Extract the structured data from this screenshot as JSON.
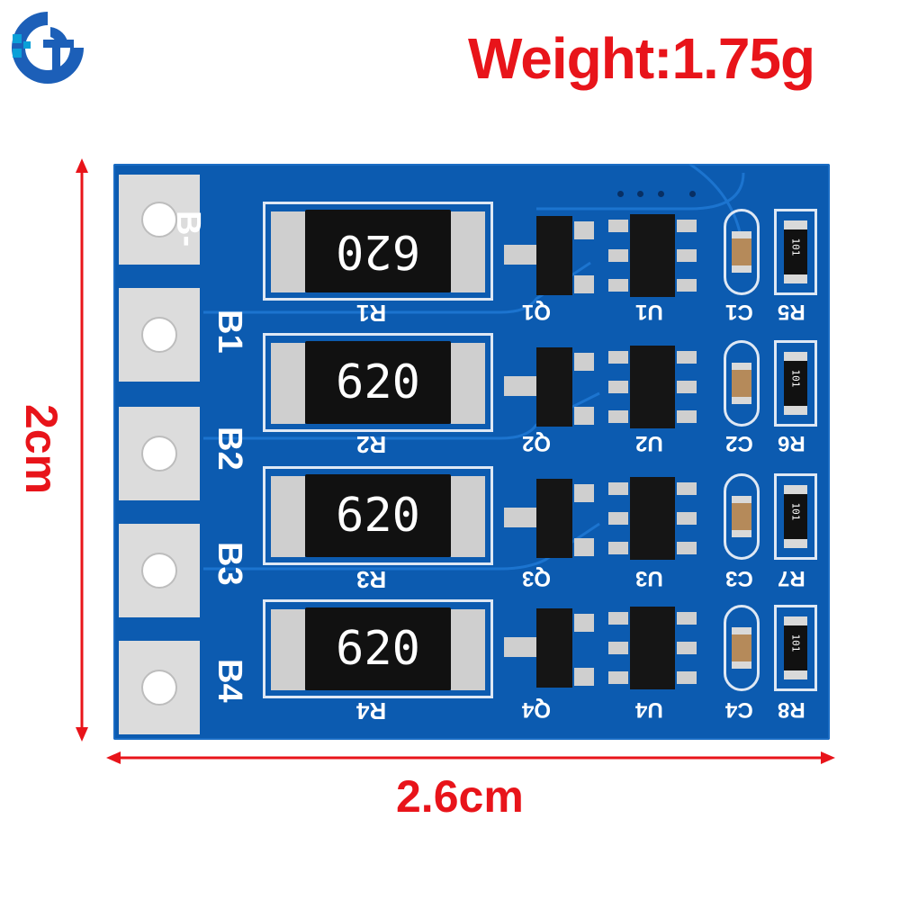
{
  "weight": "Weight:1.75g",
  "width": "2.6cm",
  "height": "2cm",
  "colors": {
    "accent": "#e8141a",
    "pcb": "#0c5bb0",
    "silkscreen": "#ffffff"
  },
  "logo": {
    "icon": "brand-logo-icon"
  },
  "board": {
    "terminals": [
      "B-",
      "B1",
      "B2",
      "B3",
      "B4"
    ],
    "resistors": [
      {
        "code": "620",
        "ref": "R1"
      },
      {
        "code": "620",
        "ref": "R2"
      },
      {
        "code": "620",
        "ref": "R3"
      },
      {
        "code": "620",
        "ref": "R4"
      }
    ],
    "q_refs": [
      "Q1",
      "Q2",
      "Q3",
      "Q4"
    ],
    "u_refs": [
      "U1",
      "U2",
      "U3",
      "U4"
    ],
    "c_refs": [
      "C1",
      "C2",
      "C3",
      "C4"
    ],
    "r_refs": [
      "R5",
      "R6",
      "R7",
      "R8"
    ],
    "small_codes": [
      "101",
      "101",
      "101",
      "101"
    ]
  }
}
